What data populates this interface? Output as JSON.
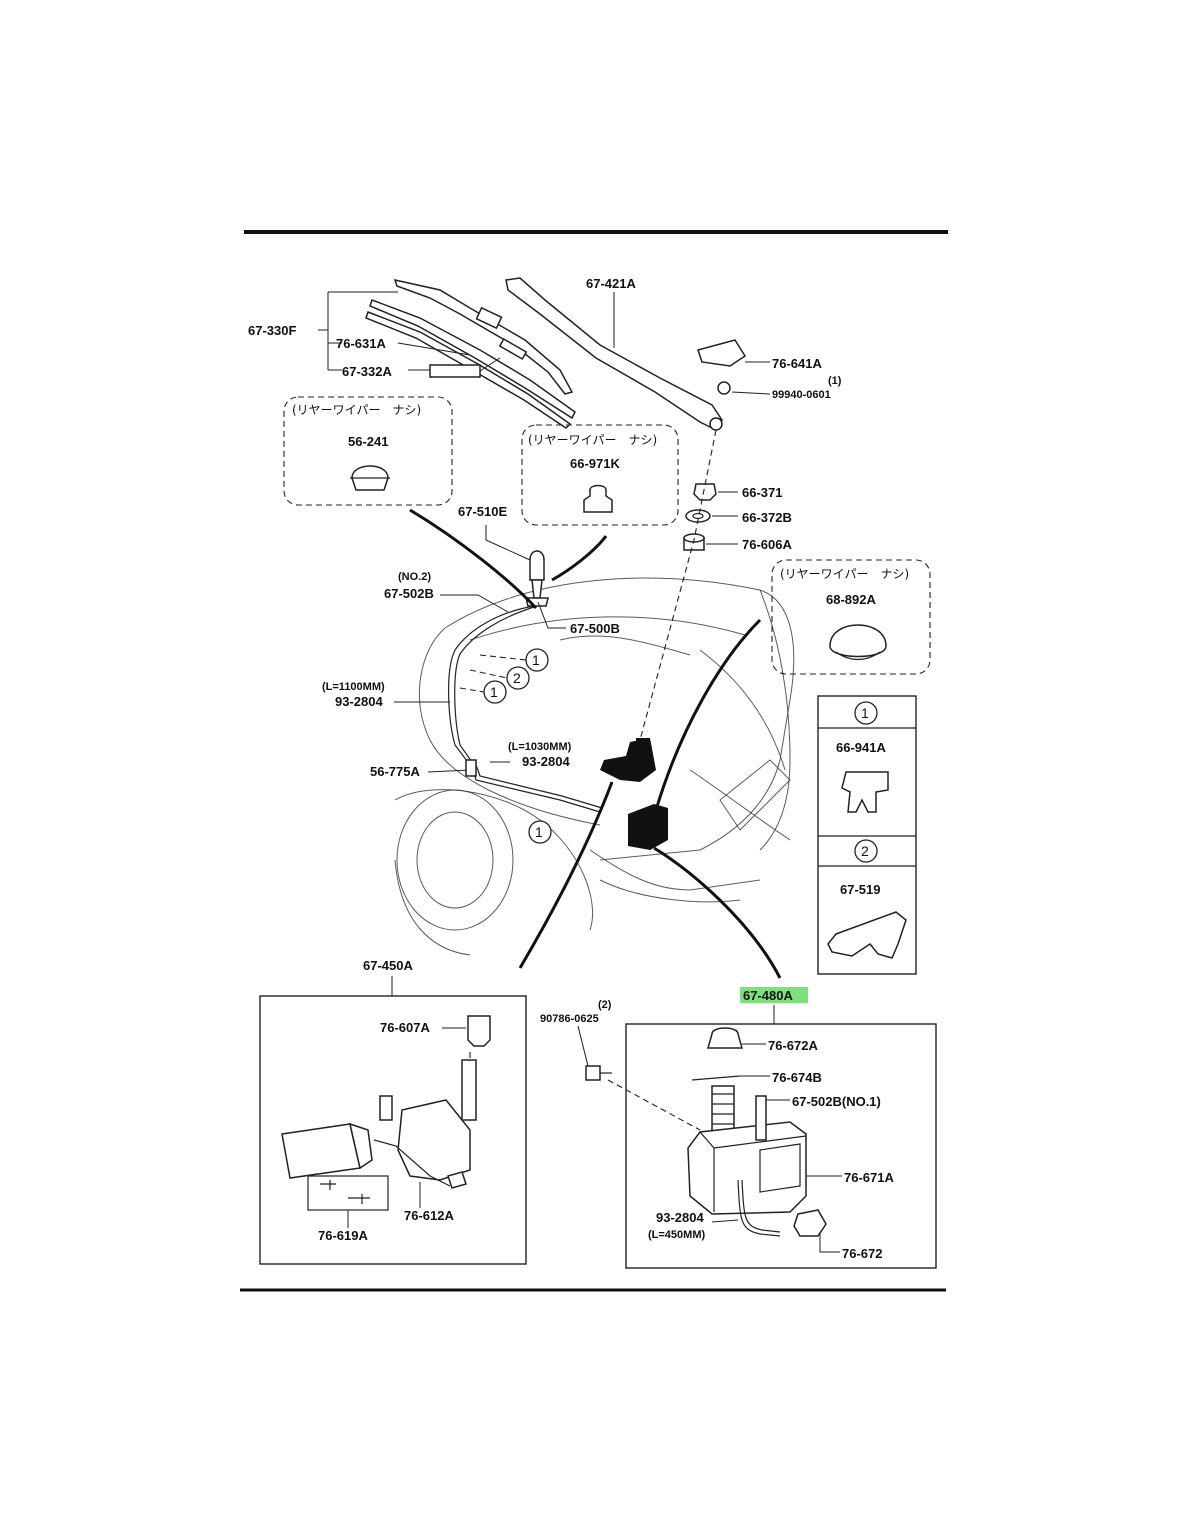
{
  "labels": {
    "p67_330F": "67-330F",
    "p76_631A": "76-631A",
    "p67_332A": "67-332A",
    "p67_421A": "67-421A",
    "p76_641A": "76-641A",
    "p99940_0601": "99940-0601",
    "p99940_qty": "(1)",
    "p56_241": "56-241",
    "p66_971K": "66-971K",
    "p67_510E": "67-510E",
    "p66_371": "66-371",
    "p66_372B": "66-372B",
    "p76_606A": "76-606A",
    "no2": "(NO.2)",
    "p67_502B": "67-502B",
    "p67_500B": "67-500B",
    "p68_892A": "68-892A",
    "l1100": "(L=1100MM)",
    "p93_2804_a": "93-2804",
    "l1030": "(L=1030MM)",
    "p93_2804_b": "93-2804",
    "p56_775A": "56-775A",
    "p66_941A": "66-941A",
    "p67_519": "67-519",
    "p67_450A": "67-450A",
    "p76_607A": "76-607A",
    "p76_612A": "76-612A",
    "p76_619A": "76-619A",
    "p90786_0625": "90786-0625",
    "p90786_qty": "(2)",
    "p67_480A": "67-480A",
    "p76_672A": "76-672A",
    "p76_674B": "76-674B",
    "p67_502B_no1": "67-502B(NO.1)",
    "p76_671A": "76-671A",
    "p93_2804_c": "93-2804",
    "l450": "(L=450MM)",
    "p76_672": "76-672"
  },
  "notes": {
    "no_rear_wiper_1": "(リヤーワイパー　ナシ)",
    "no_rear_wiper_2": "(リヤーワイパー　ナシ)",
    "no_rear_wiper_3": "(リヤーワイパー　ナシ)"
  },
  "circle_refs": {
    "one": "1",
    "two": "2"
  },
  "colors": {
    "highlight": "#7de07a",
    "line": "#222222",
    "background": "#ffffff"
  }
}
